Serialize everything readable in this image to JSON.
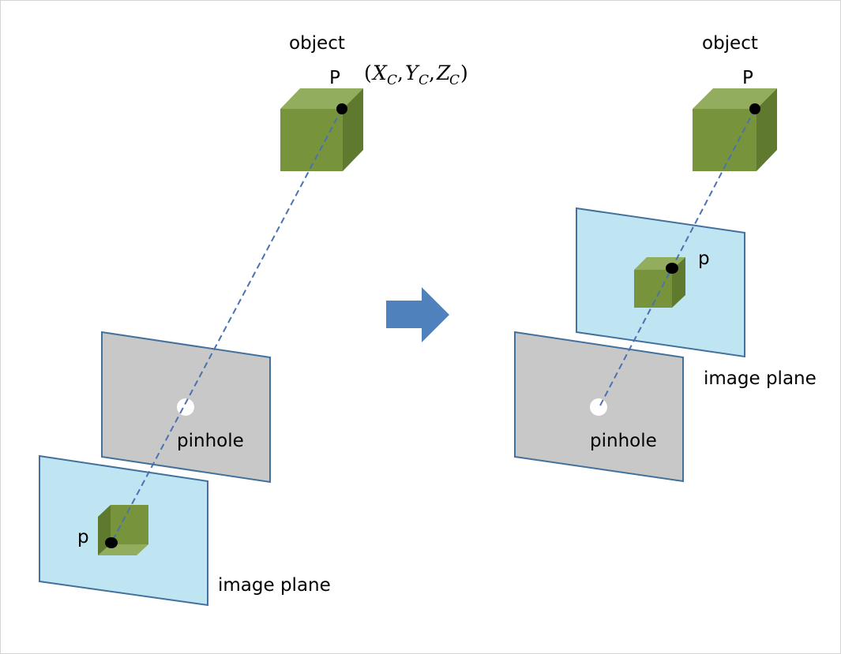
{
  "diagram": {
    "title": "Pinhole camera model: real image plane vs. virtual image plane",
    "colors": {
      "cube_front": "#77933c",
      "cube_top": "#93ad5e",
      "cube_side": "#5f7a2e",
      "image_plane_fill": "#c0e5f2",
      "pinhole_plane_fill": "#c8c8c8",
      "plane_border": "#41719c",
      "ray": "#4a72b0",
      "arrow": "#4f81bd",
      "point": "#000000",
      "pinhole": "#ffffff"
    },
    "left_panel": {
      "object_label": "object",
      "point_label": "P",
      "coordinates": {
        "open": "(",
        "x": "X",
        "y": "Y",
        "z": "Z",
        "sub": "C",
        "comma": ",",
        "close": ")"
      },
      "pinhole_label": "pinhole",
      "image_point_label": "p",
      "image_plane_label": "image plane"
    },
    "transition_arrow": "right-arrow",
    "right_panel": {
      "object_label": "object",
      "point_label": "P",
      "image_point_label": "p",
      "image_plane_label": "image plane",
      "pinhole_label": "pinhole"
    }
  }
}
